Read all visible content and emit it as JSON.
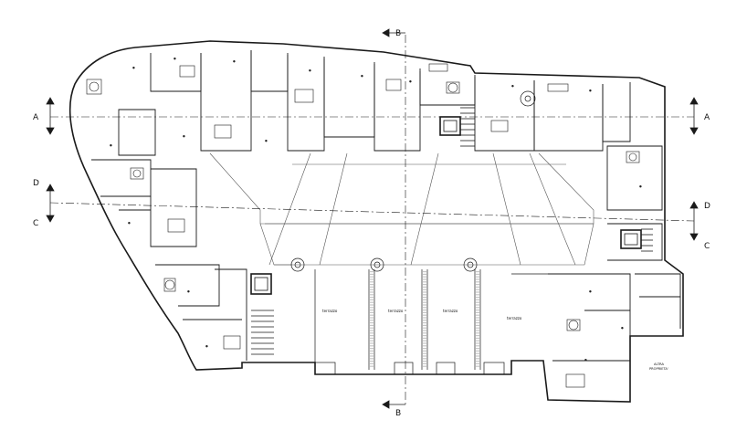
{
  "sections": {
    "a_left": "A",
    "a_right": "A",
    "b_top": "B",
    "b_bottom": "B",
    "c_left": "C",
    "c_right": "C",
    "d_left": "D",
    "d_right": "D"
  },
  "terraces": {
    "t1": "terrazzo",
    "t2": "terrazzo",
    "t3": "terrazzo",
    "t4": "terrazzo"
  },
  "property_note": {
    "line1": "ALTRA",
    "line2": "PROPRIETA'"
  },
  "colors": {
    "line": "#1a1a1a",
    "light_line": "#555555",
    "background": "#ffffff"
  }
}
